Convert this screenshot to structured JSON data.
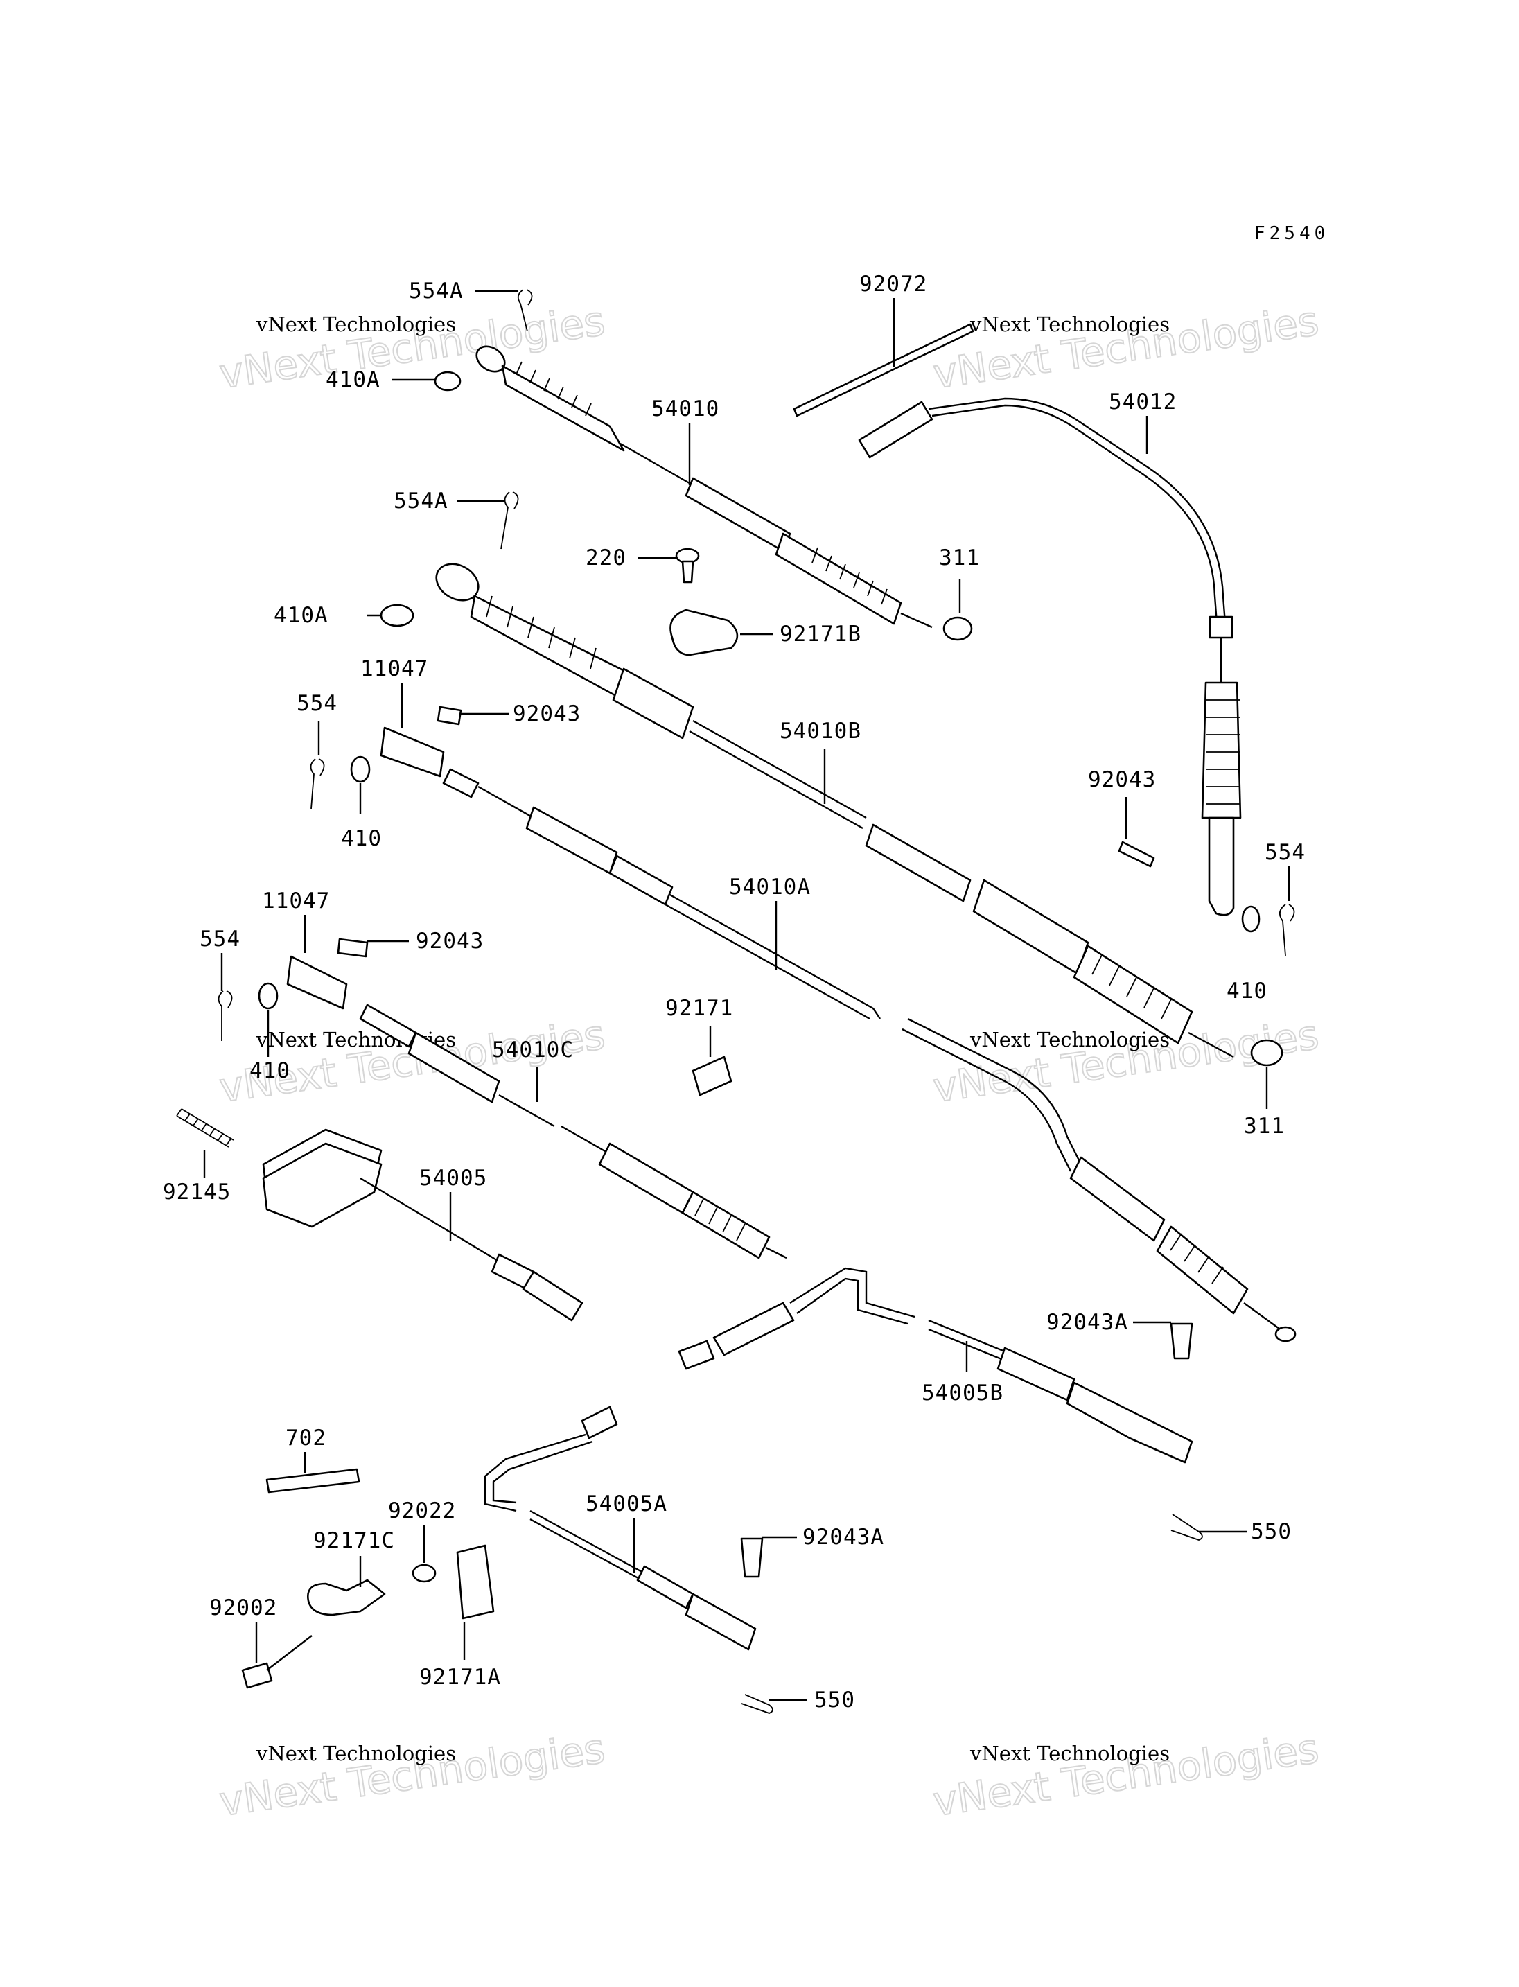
{
  "diagram_code": "F2540",
  "watermark": {
    "line1": "vNext Technologies",
    "line2": "vNext Technologies"
  },
  "labels": [
    {
      "id": "l554A_1",
      "text": "554A"
    },
    {
      "id": "l92072",
      "text": "92072"
    },
    {
      "id": "l410A_1",
      "text": "410A"
    },
    {
      "id": "l54010",
      "text": "54010"
    },
    {
      "id": "l54012",
      "text": "54012"
    },
    {
      "id": "l554A_2",
      "text": "554A"
    },
    {
      "id": "l220",
      "text": "220"
    },
    {
      "id": "l311_1",
      "text": "311"
    },
    {
      "id": "l410A_2",
      "text": "410A"
    },
    {
      "id": "l92171B",
      "text": "92171B"
    },
    {
      "id": "l11047_1",
      "text": "11047"
    },
    {
      "id": "l554_1",
      "text": "554"
    },
    {
      "id": "l92043_1",
      "text": "92043"
    },
    {
      "id": "l54010B",
      "text": "54010B"
    },
    {
      "id": "l92043_2",
      "text": "92043"
    },
    {
      "id": "l410_1",
      "text": "410"
    },
    {
      "id": "l554_2",
      "text": "554"
    },
    {
      "id": "l11047_2",
      "text": "11047"
    },
    {
      "id": "l54010A",
      "text": "54010A"
    },
    {
      "id": "l554_3",
      "text": "554"
    },
    {
      "id": "l92043_3",
      "text": "92043"
    },
    {
      "id": "l410_2",
      "text": "410"
    },
    {
      "id": "l92171",
      "text": "92171"
    },
    {
      "id": "l410_3",
      "text": "410"
    },
    {
      "id": "l54010C",
      "text": "54010C"
    },
    {
      "id": "l311_2",
      "text": "311"
    },
    {
      "id": "l92145",
      "text": "92145"
    },
    {
      "id": "l54005",
      "text": "54005"
    },
    {
      "id": "l92043A_1",
      "text": "92043A"
    },
    {
      "id": "l54005B",
      "text": "54005B"
    },
    {
      "id": "l702",
      "text": "702"
    },
    {
      "id": "l550_1",
      "text": "550"
    },
    {
      "id": "l92022",
      "text": "92022"
    },
    {
      "id": "l54005A",
      "text": "54005A"
    },
    {
      "id": "l92043A_2",
      "text": "92043A"
    },
    {
      "id": "l92171C",
      "text": "92171C"
    },
    {
      "id": "l92002",
      "text": "92002"
    },
    {
      "id": "l92171A",
      "text": "92171A"
    },
    {
      "id": "l550_2",
      "text": "550"
    }
  ]
}
